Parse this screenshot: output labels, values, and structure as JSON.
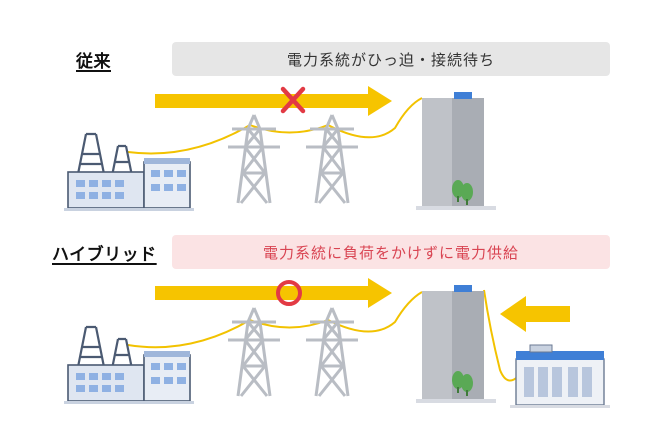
{
  "sections": {
    "conventional": {
      "label": "従来",
      "message": "電力系統がひっ迫・接続待ち"
    },
    "hybrid": {
      "label": "ハイブリッド",
      "message": "電力系統に負荷をかけずに電力供給"
    }
  },
  "colors": {
    "flow_arrow": "#f6c400",
    "power_line": "#f2c200",
    "cross_mark": "#e23a44",
    "circle_mark": "#e23a44",
    "tower": "#b9bdc4",
    "building": "#a9adb4",
    "building_roof": "#3f7fd6",
    "tree": "#5aa955",
    "factory_window": "#8fb1e3"
  },
  "icons": [
    "power-plant-icon",
    "transmission-tower-icon",
    "building-icon",
    "tree-icon",
    "battery-facility-icon",
    "cross-mark-icon",
    "circle-mark-icon"
  ]
}
